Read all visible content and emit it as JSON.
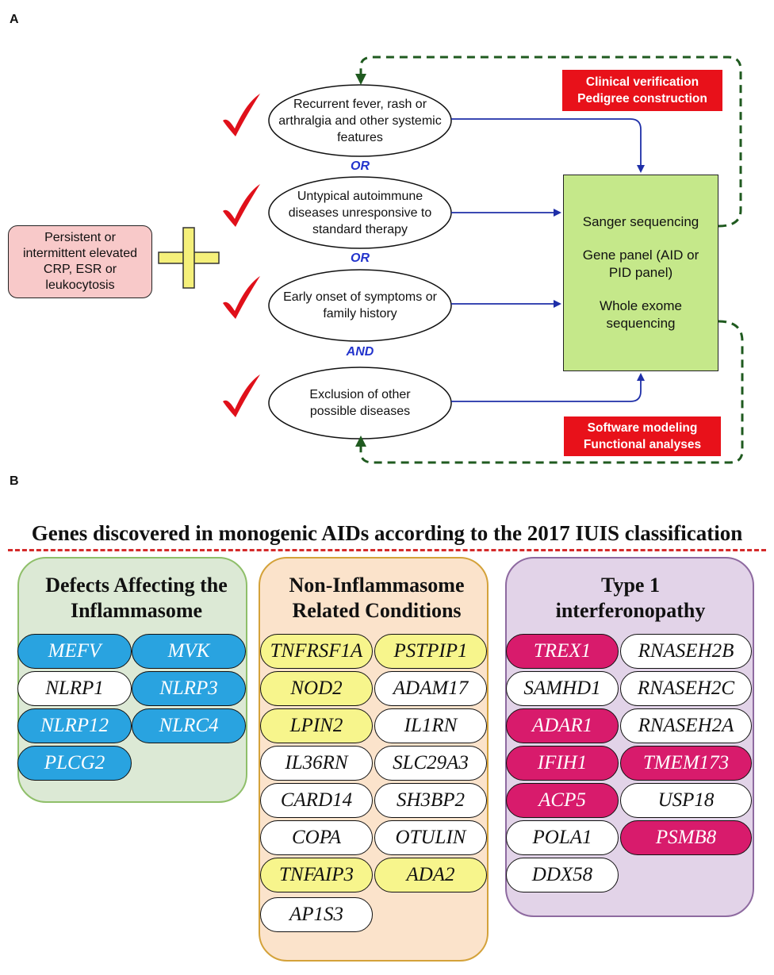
{
  "panel_a": {
    "label": "A",
    "criteria": "Persistent or intermittent elevated CRP, ESR or leukocytosis",
    "features": [
      {
        "text": "Recurrent fever, rash or arthralgia and other systemic features"
      },
      {
        "text": "Untypical autoimmune diseases unresponsive to standard therapy"
      },
      {
        "text": "Early onset of symptoms or family history"
      },
      {
        "text": "Exclusion of other possible diseases"
      }
    ],
    "connectors": [
      "OR",
      "OR",
      "AND"
    ],
    "sequencing": {
      "line1": "Sanger sequencing",
      "line2": "Gene panel (AID or PID panel)",
      "line3": "Whole exome sequencing"
    },
    "verification": {
      "line1": "Clinical verification",
      "line2": "Pedigree construction"
    },
    "modeling": {
      "line1": "Software modeling",
      "line2": "Functional analyses"
    },
    "colors": {
      "arrow": "#1f2fa8",
      "dashed": "#1f5a1f",
      "check": "#e0101a",
      "plus": "#f5f07a"
    }
  },
  "panel_b": {
    "label": "B",
    "heading": "Genes discovered in monogenic AIDs according to the 2017 IUIS classification",
    "categories": [
      {
        "title": "Defects Affecting the Inflammasome",
        "genes": [
          {
            "name": "MEFV",
            "color": "blue"
          },
          {
            "name": "MVK",
            "color": "blue"
          },
          {
            "name": "NLRP1",
            "color": "white"
          },
          {
            "name": "NLRP3",
            "color": "blue"
          },
          {
            "name": "NLRP12",
            "color": "blue"
          },
          {
            "name": "NLRC4",
            "color": "blue"
          },
          {
            "name": "PLCG2",
            "color": "blue"
          }
        ]
      },
      {
        "title": "Non-Inflammasome Related Conditions",
        "genes": [
          {
            "name": "TNFRSF1A",
            "color": "yellow"
          },
          {
            "name": "PSTPIP1",
            "color": "yellow"
          },
          {
            "name": "NOD2",
            "color": "yellow"
          },
          {
            "name": "ADAM17",
            "color": "white"
          },
          {
            "name": "LPIN2",
            "color": "yellow"
          },
          {
            "name": "IL1RN",
            "color": "white"
          },
          {
            "name": "IL36RN",
            "color": "white"
          },
          {
            "name": "SLC29A3",
            "color": "white"
          },
          {
            "name": "CARD14",
            "color": "white"
          },
          {
            "name": "SH3BP2",
            "color": "white"
          },
          {
            "name": "COPA",
            "color": "white"
          },
          {
            "name": "OTULIN",
            "color": "white"
          },
          {
            "name": "TNFAIP3",
            "color": "yellow"
          },
          {
            "name": "ADA2",
            "color": "yellow"
          },
          {
            "name": "AP1S3",
            "color": "white"
          }
        ]
      },
      {
        "title": "Type 1 interferonopathy",
        "genes": [
          {
            "name": "TREX1",
            "color": "magenta"
          },
          {
            "name": "RNASEH2B",
            "color": "white"
          },
          {
            "name": "SAMHD1",
            "color": "white"
          },
          {
            "name": "RNASEH2C",
            "color": "white"
          },
          {
            "name": "ADAR1",
            "color": "magenta"
          },
          {
            "name": "RNASEH2A",
            "color": "white"
          },
          {
            "name": "IFIH1",
            "color": "magenta"
          },
          {
            "name": "TMEM173",
            "color": "magenta"
          },
          {
            "name": "ACP5",
            "color": "magenta"
          },
          {
            "name": "USP18",
            "color": "white"
          },
          {
            "name": "POLA1",
            "color": "white"
          },
          {
            "name": "PSMB8",
            "color": "magenta"
          },
          {
            "name": "DDX58",
            "color": "white"
          }
        ]
      }
    ]
  }
}
